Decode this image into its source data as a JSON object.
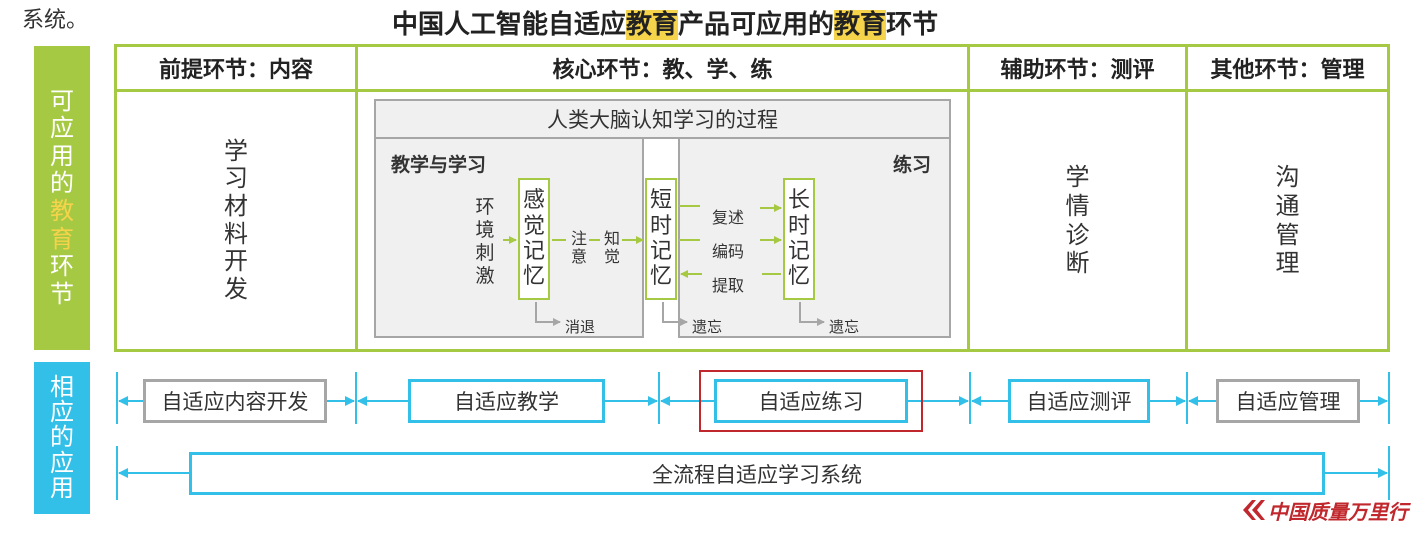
{
  "caption_fragment": "系统。",
  "title": {
    "pre": "中国人工智能自适应",
    "hl1": "教育",
    "mid": "产品可应用的",
    "hl2": "教育",
    "post": "环节"
  },
  "left_label_top": [
    "可",
    "应",
    "用",
    "的",
    "教",
    "育",
    "环",
    "节"
  ],
  "left_label_bottom": [
    "相",
    "应",
    "的",
    "应",
    "用"
  ],
  "headers": {
    "premise": "前提环节：内容",
    "core": "核心环节：教、学、练",
    "aux": "辅助环节：测评",
    "other": "其他环节：管理"
  },
  "premise_text": [
    "学",
    "习",
    "材",
    "料",
    "开",
    "发"
  ],
  "brain_title": "人类大脑认知学习的过程",
  "teach_learn": "教学与学习",
  "practice": "练习",
  "env_stimulus": [
    "环",
    "境",
    "刺",
    "激"
  ],
  "sensory_memory": [
    "感",
    "觉",
    "记",
    "忆"
  ],
  "attention": [
    "注",
    "意"
  ],
  "perception": [
    "知",
    "觉"
  ],
  "fade": "消退",
  "short_memory": [
    "短",
    "时",
    "记",
    "忆"
  ],
  "forget": "遗忘",
  "review": "复述",
  "encode": "编码",
  "retrieve": "提取",
  "long_memory": [
    "长",
    "时",
    "记",
    "忆"
  ],
  "aux_text": [
    "学",
    "情",
    "诊",
    "断"
  ],
  "other_text": [
    "沟",
    "通",
    "管",
    "理"
  ],
  "apps": {
    "content": "自适应内容开发",
    "teach": "自适应教学",
    "practice": "自适应练习",
    "assess": "自适应测评",
    "manage": "自适应管理"
  },
  "full_system": "全流程自适应学习系统",
  "logo_text": "中国质量万里行",
  "colors": {
    "green": "#a6c944",
    "blue": "#33c0e8",
    "gray": "#a6a6a6",
    "highlight": "#f5d34a",
    "red": "#c0282d"
  }
}
